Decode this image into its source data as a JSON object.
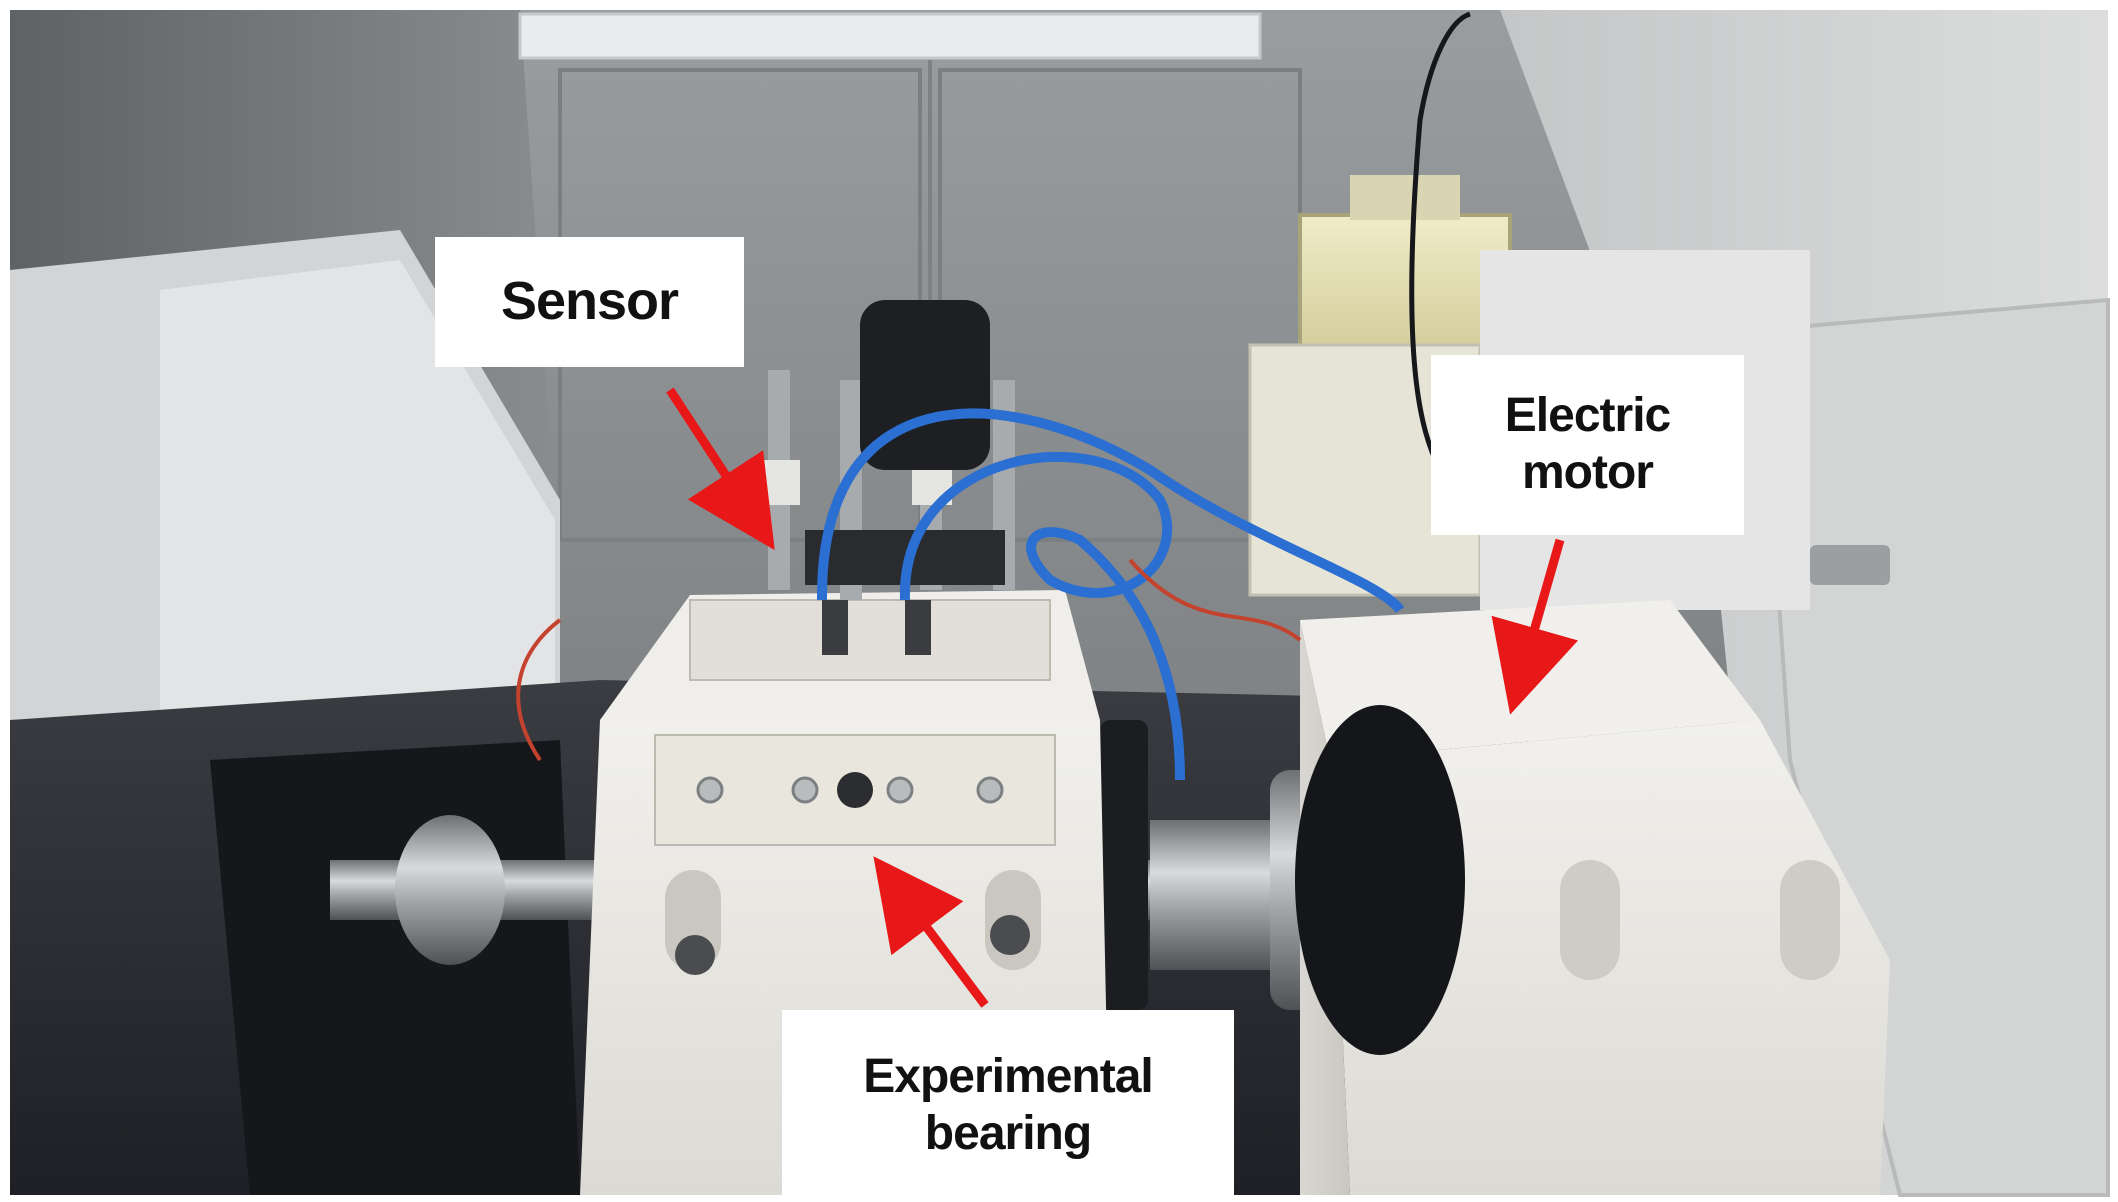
{
  "labels": {
    "sensor": "Sensor",
    "electric_motor": "Electric\nmotor",
    "experimental_bearing": "Experimental\nbearing"
  },
  "colors": {
    "arrow": "#e81818",
    "label_background": "#ffffff",
    "label_text": "#111111",
    "machine_body": "#e9e8e4",
    "cabinet_wall": "#8e9294",
    "floor": "#2b2d33",
    "air_hose": "#2a6fd1"
  }
}
